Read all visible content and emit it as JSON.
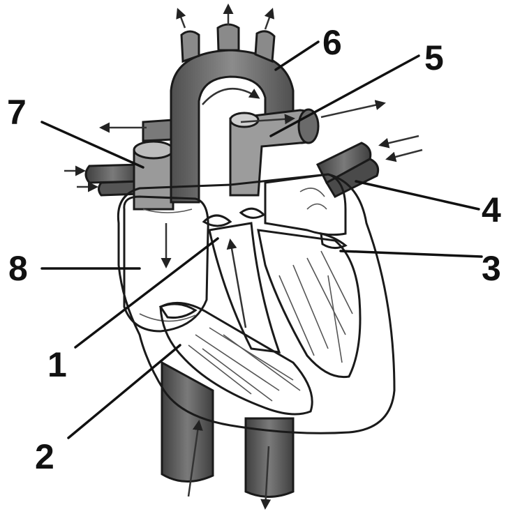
{
  "labels": [
    {
      "id": "label-1",
      "text": "1"
    },
    {
      "id": "label-2",
      "text": "2"
    },
    {
      "id": "label-3",
      "text": "3"
    },
    {
      "id": "label-4",
      "text": "4"
    },
    {
      "id": "label-5",
      "text": "5"
    },
    {
      "id": "label-6",
      "text": "6"
    },
    {
      "id": "label-7",
      "text": "7"
    },
    {
      "id": "label-8",
      "text": "8"
    }
  ],
  "colors": {
    "ink": "#111111",
    "vessel_dark": "#5a5a5a",
    "vessel_mid": "#8a8a8a",
    "chamber_light": "#e6e6e6",
    "muscle": "#bdbdbd"
  }
}
